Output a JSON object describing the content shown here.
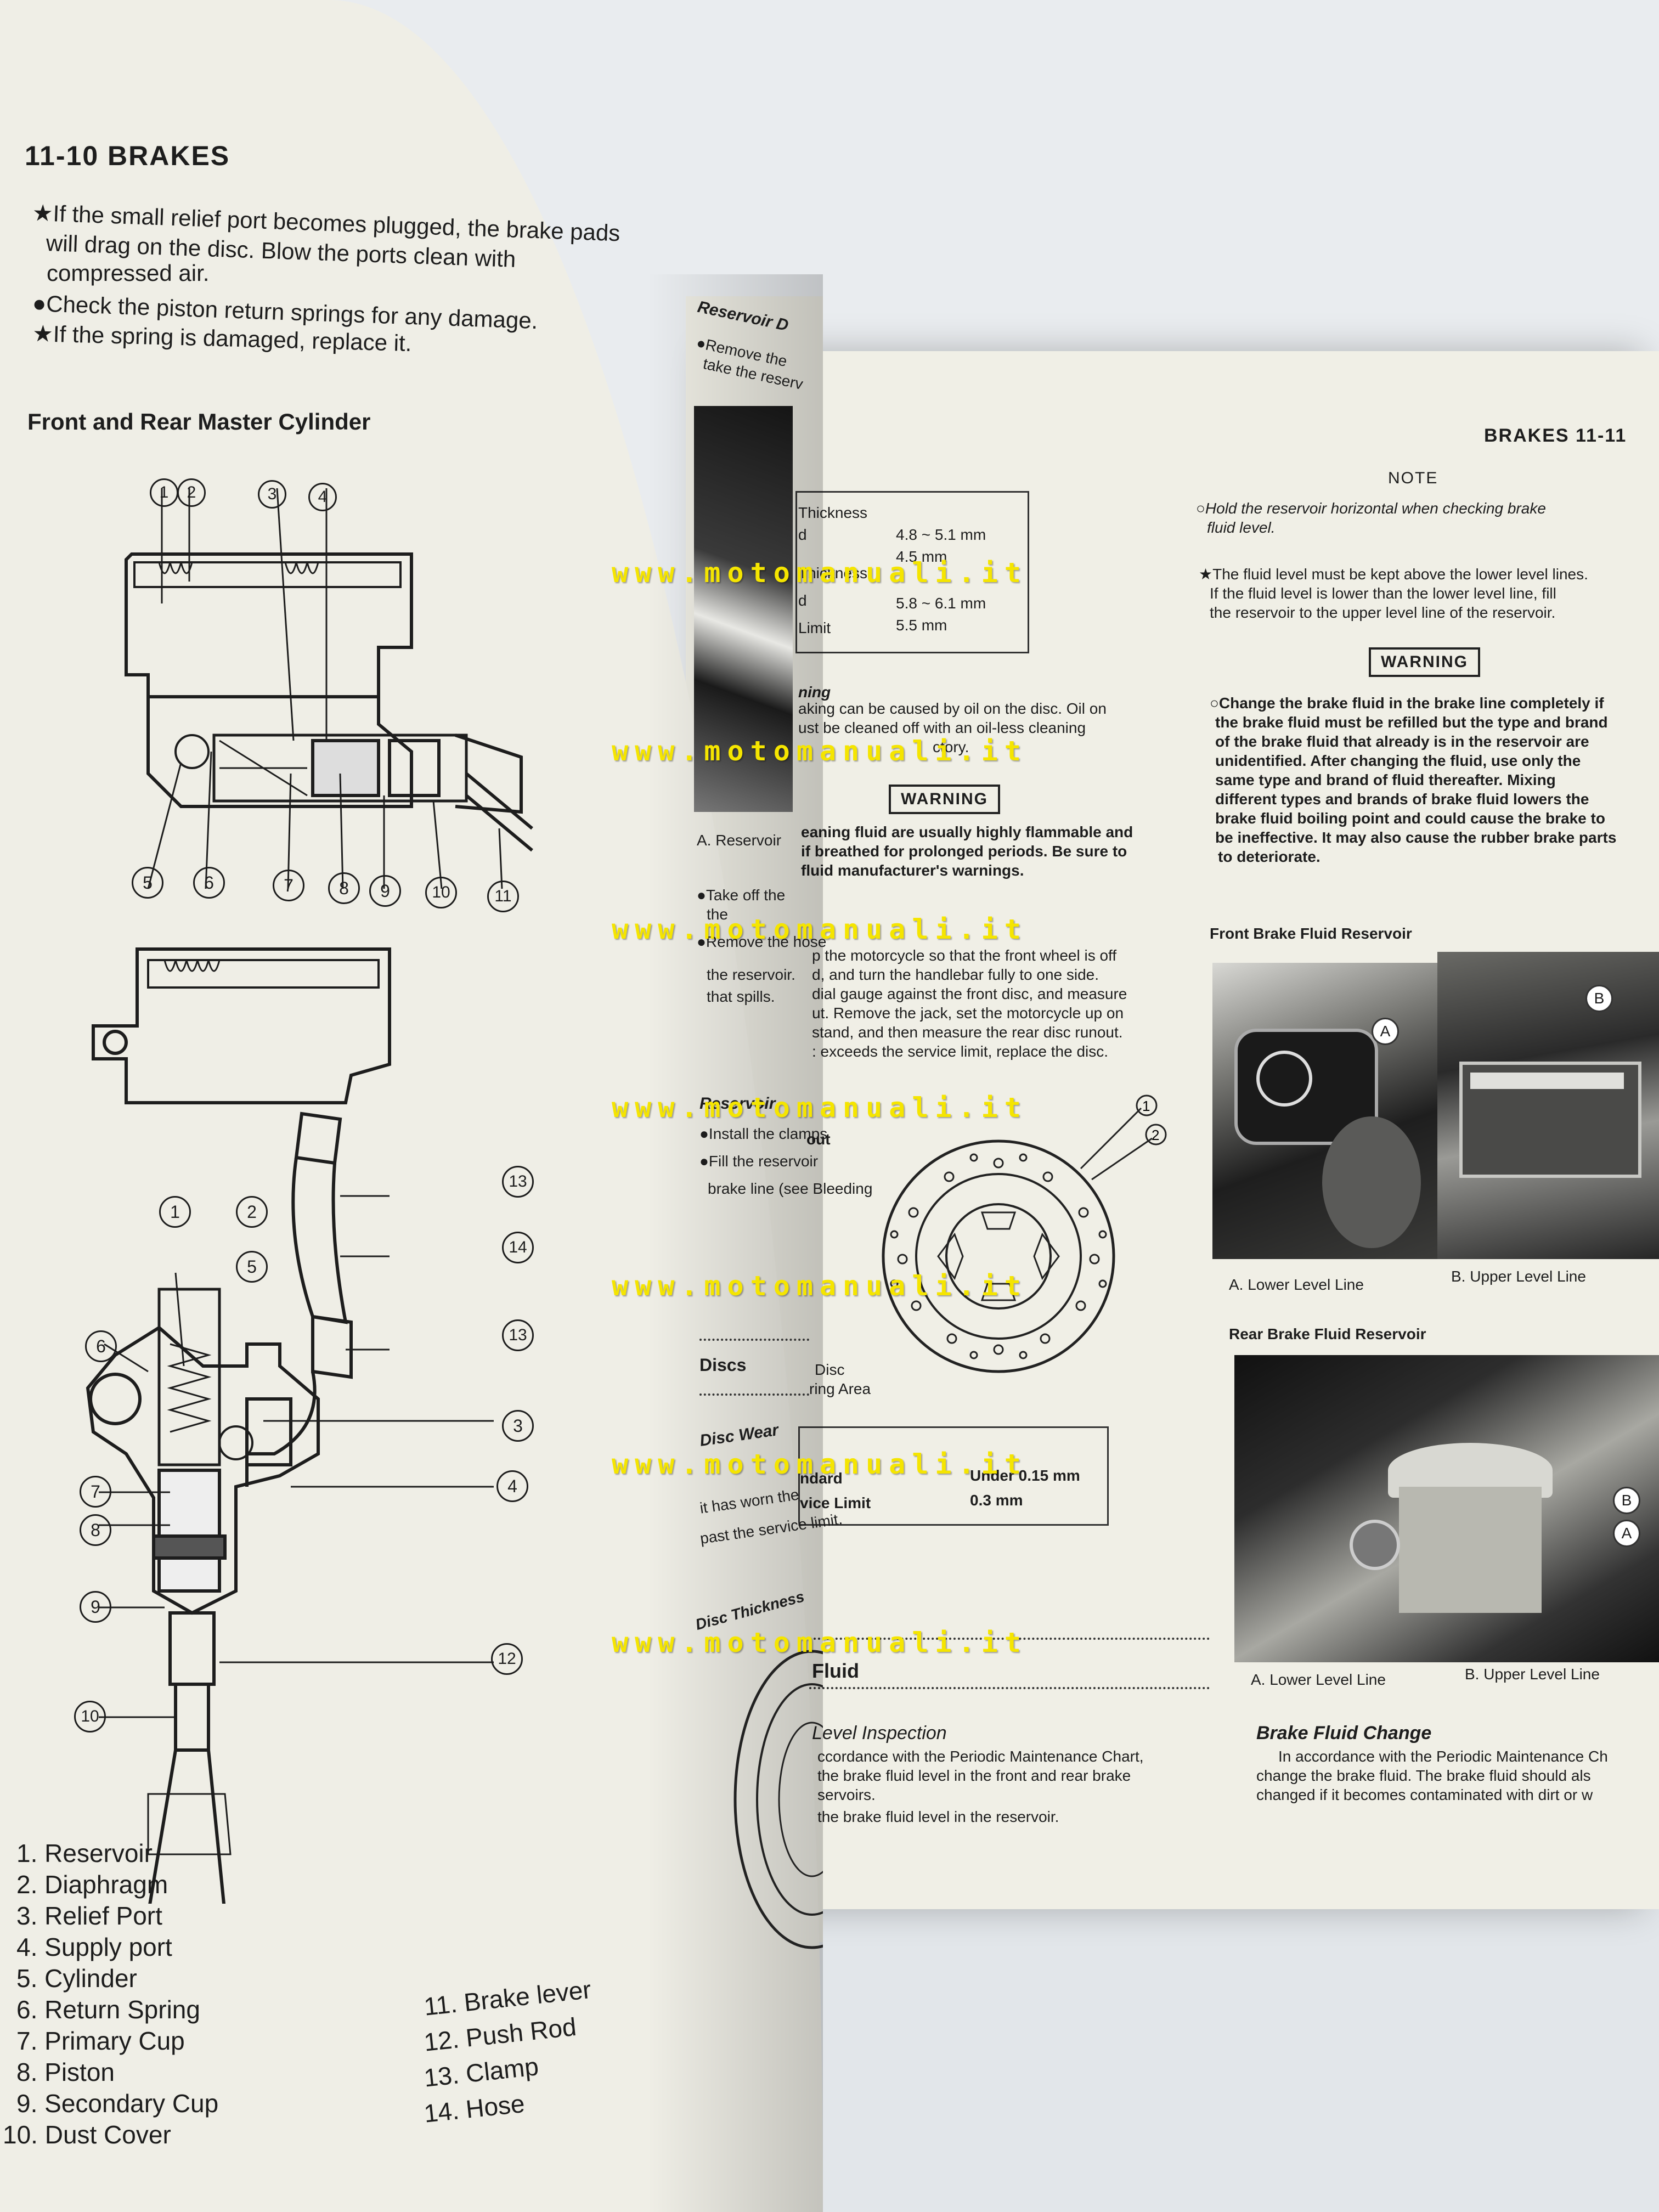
{
  "left_page": {
    "page_header": "11-10  BRAKES",
    "intro_lines": [
      "★If the small relief port becomes plugged, the brake pads",
      "will drag on the disc.   Blow the ports clean with",
      "compressed air.",
      "●Check  the  piston  return  springs  for  any  damage.",
      "★If the spring is damaged, replace it."
    ],
    "figure_title": "Front and Rear Master Cylinder",
    "callout_numbers": [
      "1",
      "2",
      "3",
      "4",
      "5",
      "6",
      "7",
      "8",
      "9",
      "10",
      "11",
      "12",
      "13",
      "14"
    ],
    "legend_left": [
      "1.  Reservoir",
      "2.  Diaphragm",
      "3.  Relief Port",
      "4.  Supply port",
      "5.  Cylinder",
      "6.  Return Spring",
      "7.  Primary Cup",
      "8.  Piston",
      "9.  Secondary Cup",
      "10.  Dust Cover"
    ],
    "legend_right": [
      "11.  Brake lever",
      "12.  Push Rod",
      "13.  Clamp",
      "14.  Hose"
    ]
  },
  "middle_page": {
    "fragments": [
      "Reservoir D",
      "●Remove the",
      "take the reserv",
      "A. Reservoir",
      "●Take off the",
      "the",
      "●Remove the hose",
      "the reservoir.",
      "that spills.",
      "Reservoir",
      "●Install the clamps",
      "●Fill the reservoir",
      "brake line (see Bleeding",
      "Discs",
      "Disc Wear",
      "it has worn the",
      "past the service limit.",
      "Disc Thickness"
    ]
  },
  "right_page": {
    "page_header": "BRAKES  11-11",
    "spec_table_1": [
      [
        "Thickness",
        ""
      ],
      [
        "d",
        "4.8 ~ 5.1 mm"
      ],
      [
        "",
        "4.5 mm"
      ],
      [
        "Thickness",
        ""
      ],
      [
        "d",
        "5.8 ~ 6.1 mm"
      ],
      [
        "Limit",
        "5.5 mm"
      ]
    ],
    "col1_lines_a": [
      "ning",
      "aking can be caused by oil on the disc. Oil on",
      "ust be cleaned off with an oil-less cleaning",
      "ctory."
    ],
    "warning_label": "WARNING",
    "col1_warning_lines": [
      "eaning fluid are usually highly flammable and",
      "if breathed for prolonged periods.  Be sure to",
      "fluid manufacturer's warnings."
    ],
    "col1_lines_b": [
      "p the motorcycle so that the front wheel is off",
      "d, and turn the handlebar fully to one side.",
      "dial gauge against the front disc, and measure",
      "ut.  Remove the jack, set the motorcycle up on",
      "stand, and then measure the rear disc runout.",
      ": exceeds the service limit, replace the disc."
    ],
    "runout_heading": "out",
    "disc_labels": [
      "1",
      "2"
    ],
    "disc_caption": [
      "Disc",
      "ring Area"
    ],
    "spec_table_2": [
      [
        "ndard",
        "Under 0.15 mm"
      ],
      [
        "vice Limit",
        "0.3 mm"
      ]
    ],
    "fluid_heading": "Fluid",
    "level_inspection_heading": "Level Inspection",
    "level_inspection_lines": [
      "ccordance with the Periodic Maintenance Chart,",
      "the brake fluid level in the front and rear brake",
      "servoirs.",
      "the brake fluid level in the reservoir."
    ],
    "note_label": "NOTE",
    "note_lines": [
      "○Hold  the  reservoir  horizontal  when  checking  brake",
      "fluid level."
    ],
    "fluid_level_lines": [
      "★The fluid level must be kept above the lower level lines.",
      "If  the  fluid  level is lower than the lower level line, fill",
      "the  reservoir  to  the  upper level line of the reservoir."
    ],
    "warning2_label": "WARNING",
    "warning2_lines": [
      "○Change the brake fluid in the brake line completely if",
      "the brake fluid must be refilled but the type and brand",
      "of  the  brake  fluid  that  already  is  in  the reservoir are",
      "unidentified.   After  changing  the  fluid,  use  only  the",
      "same  type  and  brand  of  fluid  thereafter.   Mixing",
      "different  types  and  brands  of  brake  fluid  lowers  the",
      "brake fluid boiling point and could cause the brake to",
      "be ineffective.  It may also cause the rubber brake parts",
      "to deteriorate."
    ],
    "front_reservoir_title": "Front Brake Fluid Reservoir",
    "front_photo_labels": [
      "A",
      "B"
    ],
    "front_captions": [
      "A. Lower Level Line",
      "B. Upper Level Line"
    ],
    "rear_reservoir_title": "Rear Brake Fluid Reservoir",
    "rear_photo_labels": [
      "B",
      "A"
    ],
    "rear_captions": [
      "A. Lower Level Line",
      "B. Upper Level Line"
    ],
    "fluid_change_heading": "Brake Fluid Change",
    "fluid_change_lines": [
      "In accordance with the Periodic Maintenance Ch",
      "change  the  brake  fluid.   The brake fluid should als",
      "changed if it becomes contaminated with dirt or w"
    ]
  },
  "watermark": "www.motomanuali.it",
  "colors": {
    "watermark": "#f5e500",
    "paper": "#efeee6",
    "ink": "#1d1d1d"
  }
}
